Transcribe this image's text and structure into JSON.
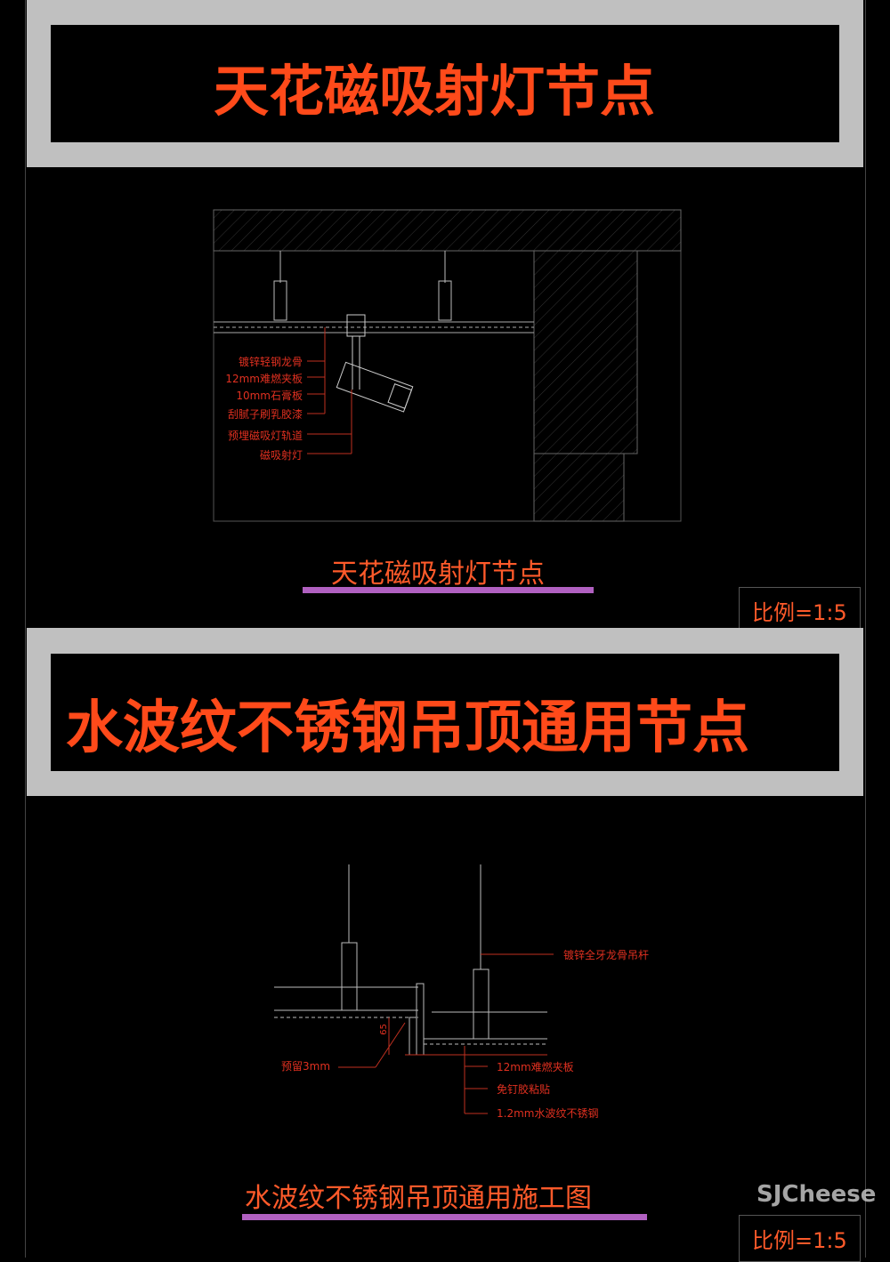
{
  "section1": {
    "banner_title": "天花磁吸射灯节点",
    "labels": [
      "镀锌轻钢龙骨",
      "12mm难燃夹板",
      "10mm石膏板",
      "刮腻子刷乳胶漆",
      "预埋磁吸灯轨道",
      "磁吸射灯"
    ],
    "caption": "天花磁吸射灯节点",
    "scale": "比例=1:5"
  },
  "section2": {
    "banner_title": "水波纹不锈钢吊顶通用节点",
    "labels": {
      "rod": "镀锌全牙龙骨吊杆",
      "gap": "预留3mm",
      "plywood": "12mm难燃夹板",
      "glue": "免钉胶粘贴",
      "steel": "1.2mm水波纹不锈钢",
      "dim": "65"
    },
    "caption": "水波纹不锈钢吊顶通用施工图",
    "scale": "比例=1:5"
  },
  "watermark": "SJCheese",
  "colors": {
    "frame": "#c0c0c0",
    "title": "#ff4a1a",
    "annotation": "#e03020",
    "underline": "#b060c0"
  }
}
